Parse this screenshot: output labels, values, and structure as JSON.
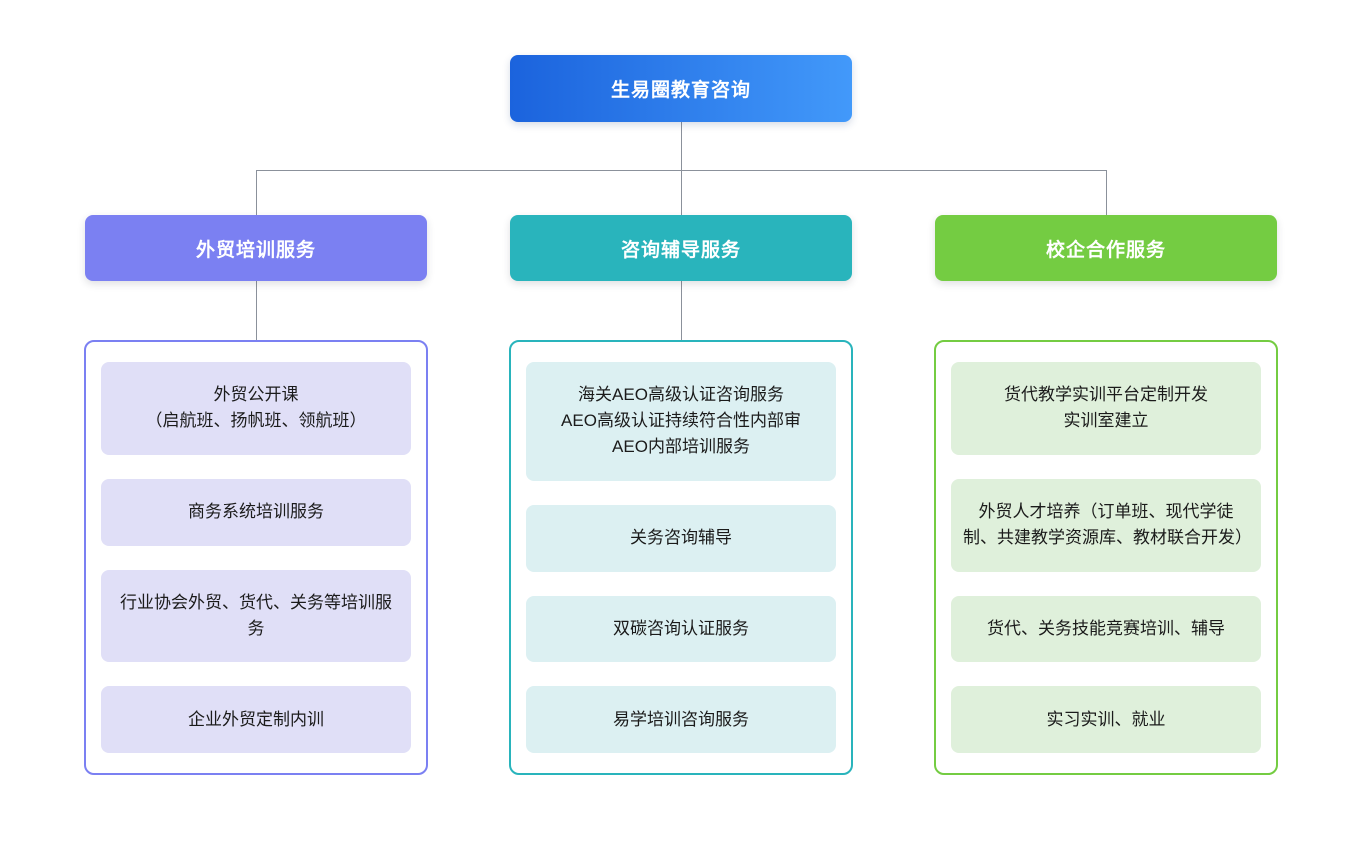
{
  "root": {
    "label": "生易圈教育咨询",
    "gradient": [
      "#1b63dd",
      "#4299fa"
    ]
  },
  "connector_color": "#8b919b",
  "branches": [
    {
      "label": "外贸培训服务",
      "accent": "#7b80f2",
      "item_bg": "#e0dff7",
      "items": [
        "外贸公开课\n（启航班、扬帆班、领航班）",
        "商务系统培训服务",
        "行业协会外贸、货代、关务等培训服务",
        "企业外贸定制内训"
      ]
    },
    {
      "label": "咨询辅导服务",
      "accent": "#29b4bc",
      "item_bg": "#dcf0f2",
      "items": [
        "海关AEO高级认证咨询服务\nAEO高级认证持续符合性内部审\nAEO内部培训服务",
        "关务咨询辅导",
        "双碳咨询认证服务",
        "易学培训咨询服务"
      ]
    },
    {
      "label": "校企合作服务",
      "accent": "#74cc42",
      "item_bg": "#dff0db",
      "items": [
        "货代教学实训平台定制开发\n实训室建立",
        "外贸人才培养（订单班、现代学徒制、共建教学资源库、教材联合开发）",
        "货代、关务技能竞赛培训、辅导",
        "实习实训、就业"
      ]
    }
  ]
}
